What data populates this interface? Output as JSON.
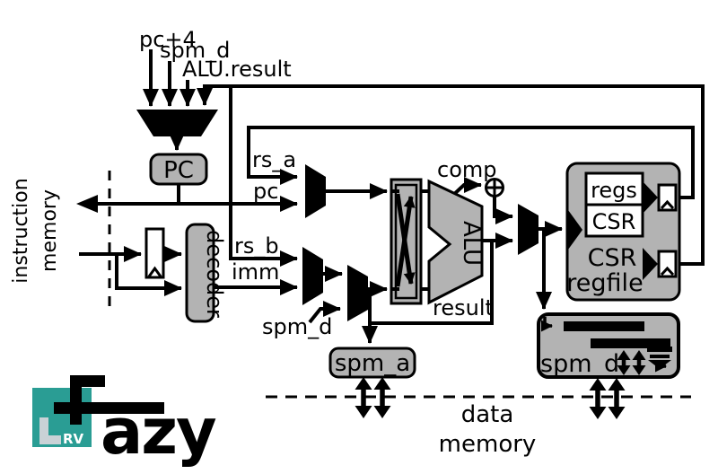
{
  "colors": {
    "box_fill": "#b3b3b3",
    "line": "#000000",
    "logo_teal": "#2a9d94",
    "logo_l_gray": "#c9d2d6",
    "logo_rv_text": "#ffffff"
  },
  "labels": {
    "pc_plus_4": "pc+4",
    "spm_d_top": "spm_d",
    "alu_result_top": "ALU.result",
    "pc_box": "PC",
    "instruction": "instruction",
    "instruction_memory": "memory",
    "decoder": "decoder",
    "rs_a": "rs_a",
    "pc": "pc",
    "rs_b": "rs_b",
    "imm": "imm",
    "spm_d_select": "spm_d",
    "comp": "comp",
    "alu": "ALU",
    "result": "result",
    "regs": "regs",
    "csr_small": "CSR",
    "csr_title": "CSR",
    "regfile": "regfile",
    "spm_a_box": "spm_a",
    "spm_d_box": "spm_d",
    "data": "data",
    "data_memory": "memory"
  },
  "logo": {
    "azy": "azy",
    "rv": "RV"
  }
}
